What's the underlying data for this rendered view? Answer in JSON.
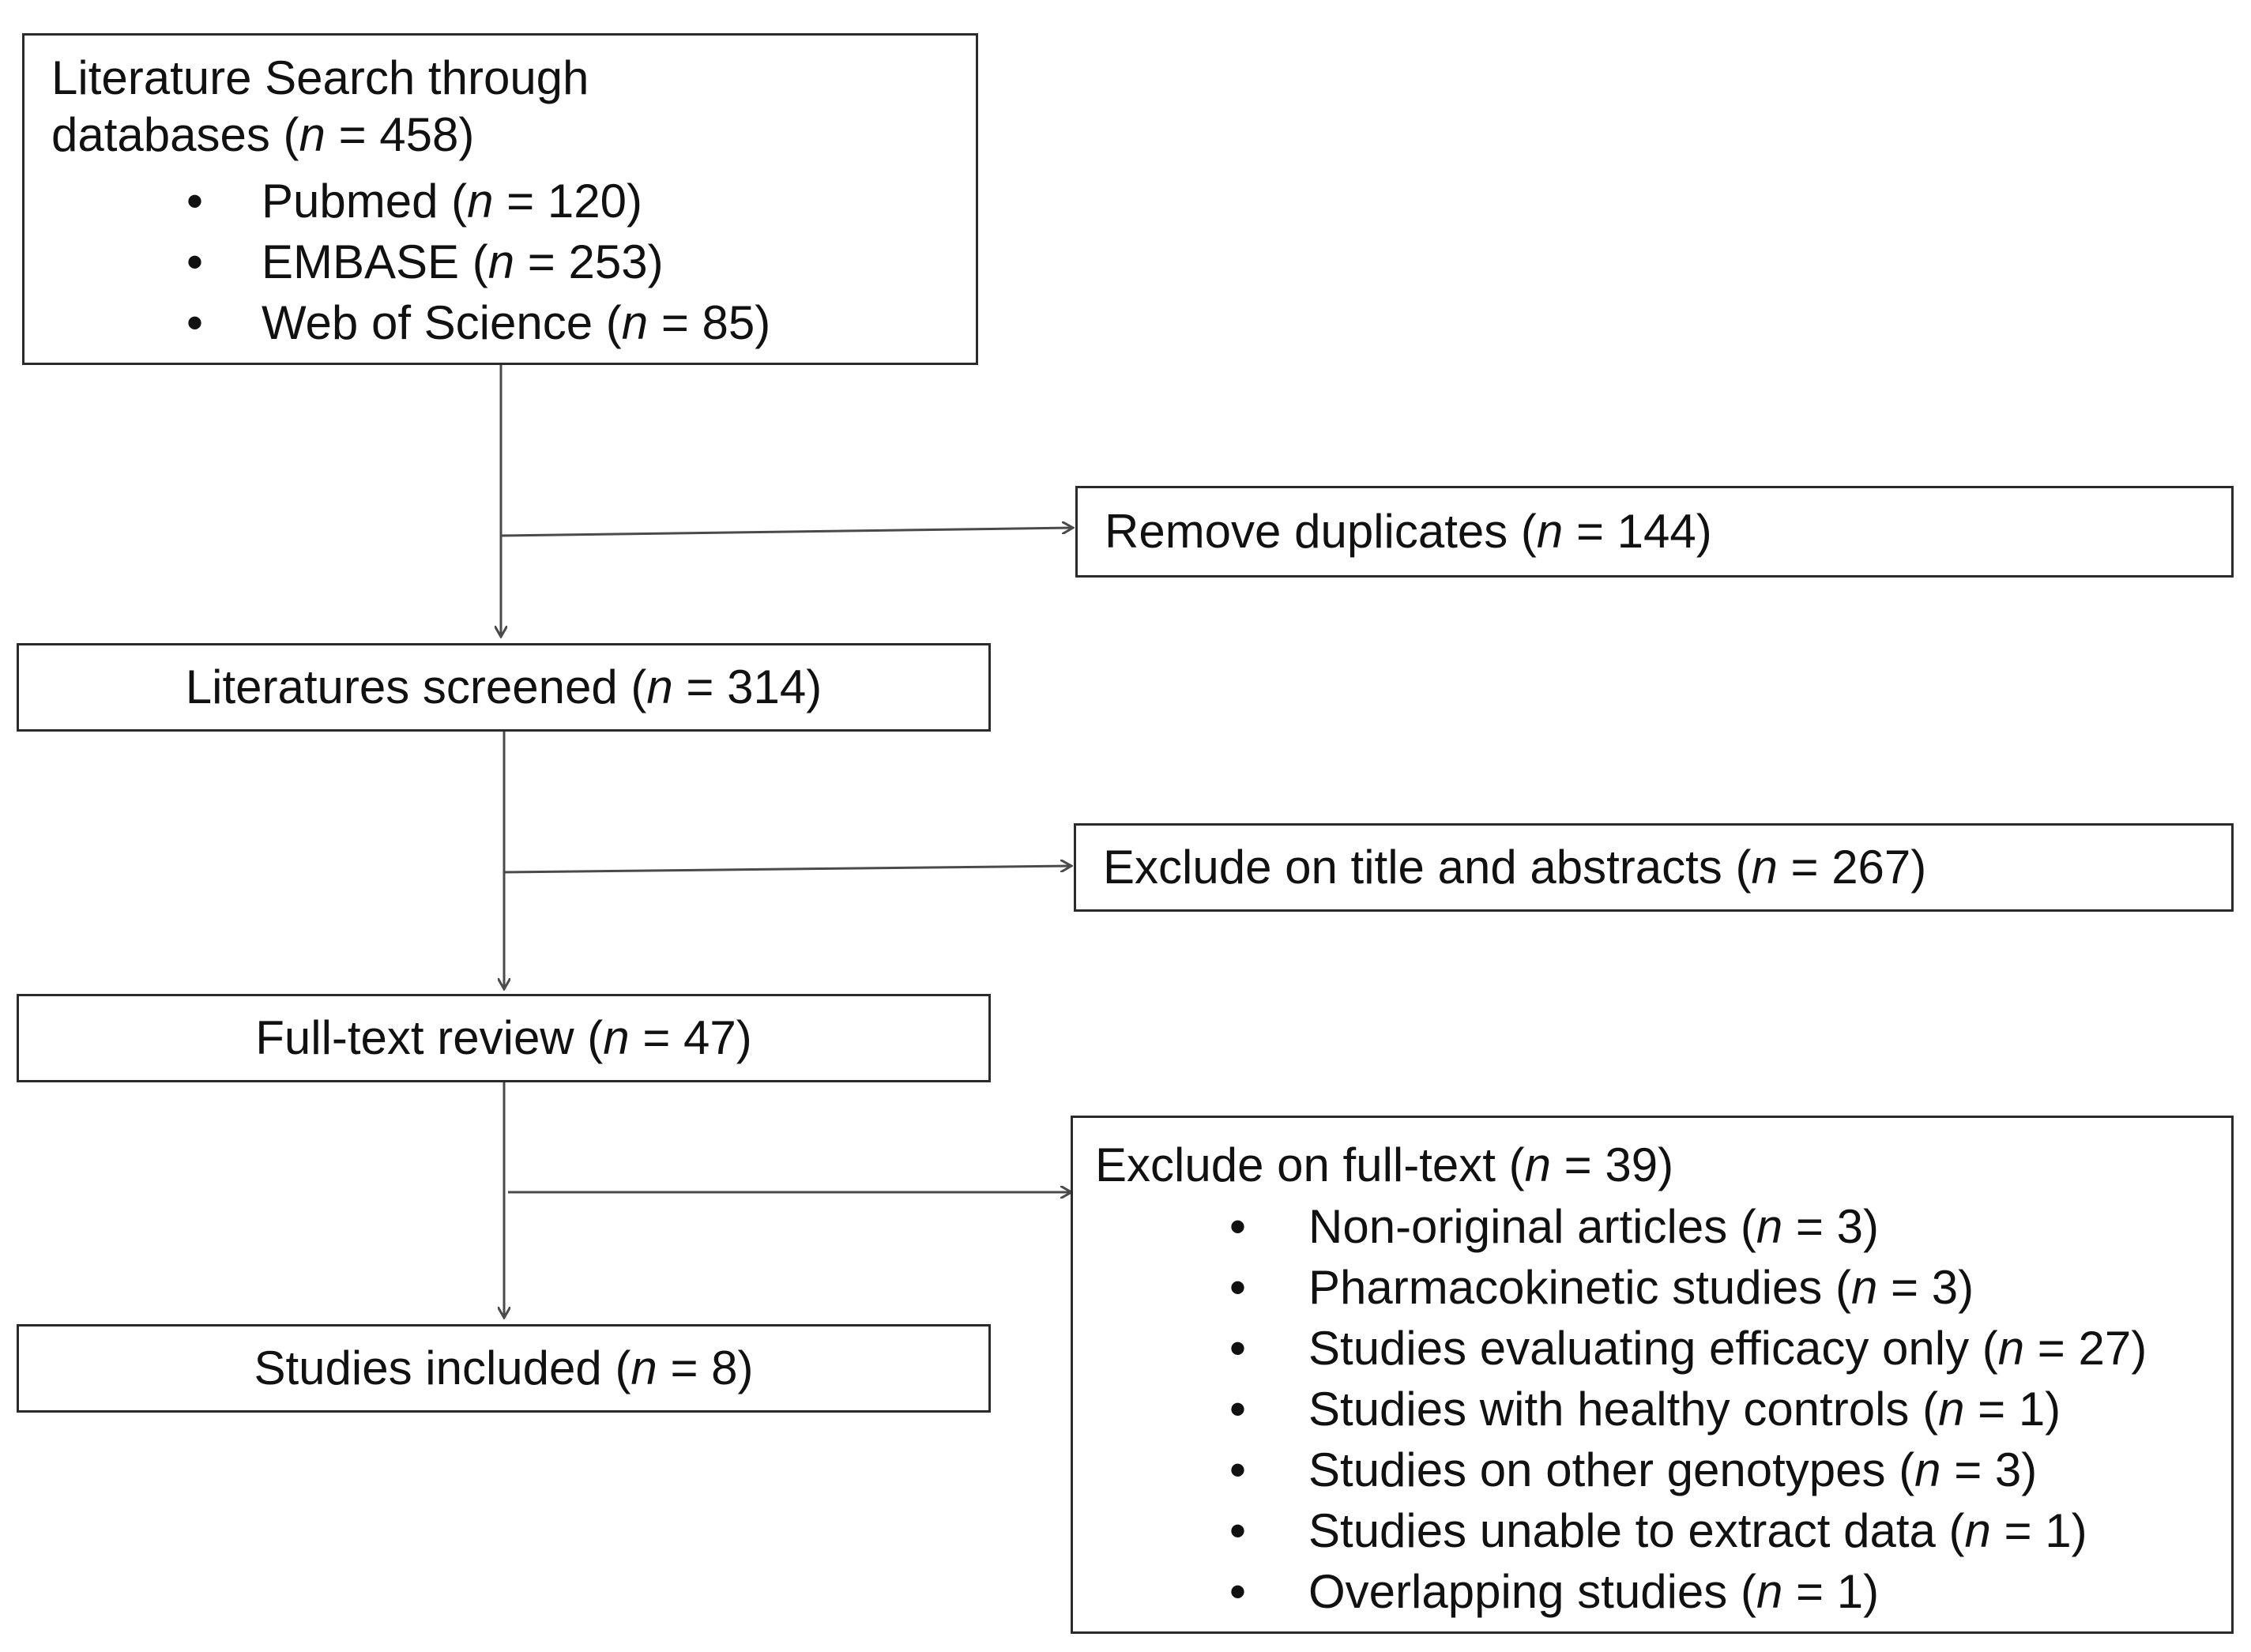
{
  "search": {
    "title_line1": "Literature Search through",
    "title_line2_pre": "databases (",
    "n_symbol": "n",
    "title_line2_post": " = 458)",
    "databases": [
      {
        "label": "Pubmed (",
        "n": "n",
        "value": " = 120)"
      },
      {
        "label": "EMBASE (",
        "n": "n",
        "value": " = 253)"
      },
      {
        "label": "Web of Science (",
        "n": "n",
        "value": " = 85)"
      }
    ]
  },
  "duplicates": {
    "label": "Remove duplicates (",
    "n": "n",
    "value": " = 144)"
  },
  "screened": {
    "label": "Literatures screened (",
    "n": "n",
    "value": " = 314)"
  },
  "exclude_title": {
    "label": "Exclude on title and abstracts (",
    "n": "n",
    "value": " = 267)"
  },
  "fulltext": {
    "label": "Full-text review (",
    "n": "n",
    "value": " = 47)"
  },
  "exclude_fulltext": {
    "label": "Exclude on full-text (",
    "n": "n",
    "value": " = 39)",
    "reasons": [
      {
        "label": "Non-original articles (",
        "n": "n",
        "value": " = 3)"
      },
      {
        "label": "Pharmacokinetic studies (",
        "n": "n",
        "value": " = 3)"
      },
      {
        "label": "Studies evaluating efficacy only (",
        "n": "n",
        "value": " = 27)"
      },
      {
        "label": "Studies with healthy controls (",
        "n": "n",
        "value": " = 1)"
      },
      {
        "label": "Studies on other genotypes (",
        "n": "n",
        "value": " = 3)"
      },
      {
        "label": "Studies unable to extract data (",
        "n": "n",
        "value": " = 1)"
      },
      {
        "label": "Overlapping studies (",
        "n": "n",
        "value": " = 1)"
      }
    ]
  },
  "included": {
    "label": "Studies included (",
    "n": "n",
    "value": " = 8)"
  },
  "colors": {
    "line": "#4a4a4a",
    "border": "#2b2b2b",
    "text": "#111111"
  }
}
